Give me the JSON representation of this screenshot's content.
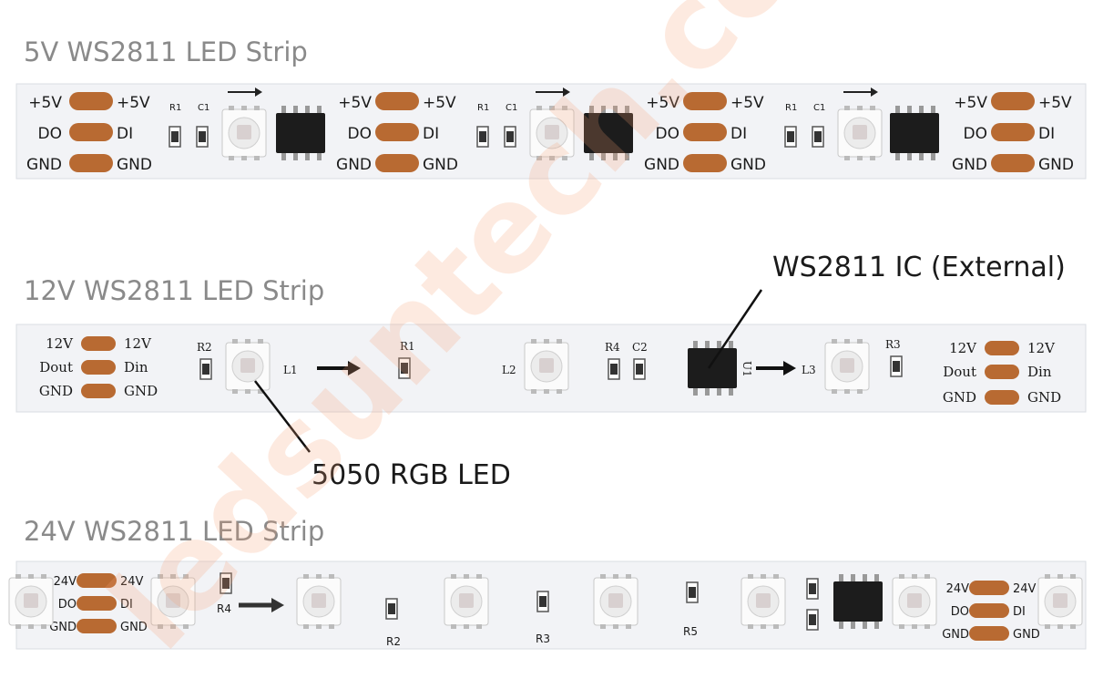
{
  "titles": {
    "strip_5v": "5V WS2811 LED Strip",
    "strip_12v": "12V WS2811 LED Strip",
    "strip_24v": "24V WS2811 LED Strip"
  },
  "callouts": {
    "ic": "WS2811 IC (External)",
    "led": "5050 RGB LED"
  },
  "pads_5v": {
    "left": [
      "+5V",
      "DO",
      "GND"
    ],
    "right": [
      "+5V",
      "DI",
      "GND"
    ]
  },
  "pads_12v": {
    "left": [
      "12V",
      "Dout",
      "GND"
    ],
    "right": [
      "12V",
      "Din",
      "GND"
    ]
  },
  "pads_24v": {
    "left": [
      "24V",
      "DO",
      "GND"
    ],
    "right": [
      "24V",
      "DI",
      "GND"
    ]
  },
  "components_5v": {
    "r1": "R1",
    "c1": "C1"
  },
  "components_12v": {
    "r1": "R1",
    "r2": "R2",
    "r3": "R3",
    "r4": "R4",
    "c2": "C2",
    "l1": "L1",
    "l2": "L2",
    "l3": "L3",
    "u1": "U1"
  },
  "components_24v": {
    "r2": "R2",
    "r3": "R3",
    "r4": "R4",
    "r5": "R5"
  },
  "watermark": "ledsuntech.com",
  "colors": {
    "pad": "#b86a32",
    "strip": "#f2f3f6",
    "chip": "#1c1c1c",
    "title": "#8a8a8a"
  }
}
